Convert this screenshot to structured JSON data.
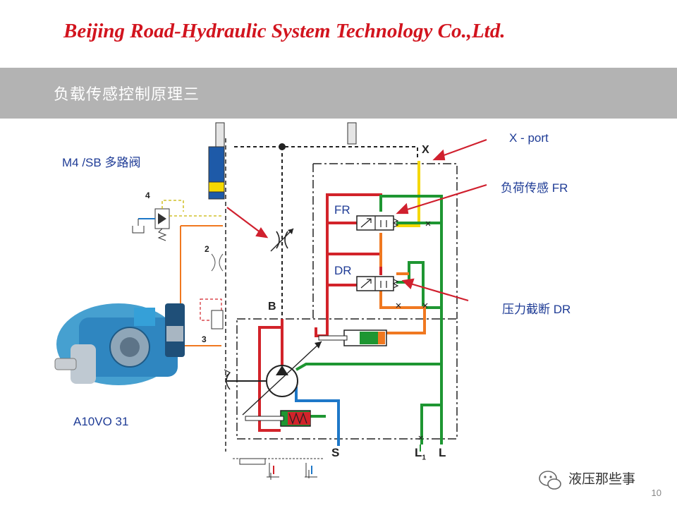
{
  "header": {
    "company": "Beijing Road-Hydraulic System Technology Co.,Ltd.",
    "slide_title": "负载传感控制原理三"
  },
  "labels": {
    "multiway_valve": "M4 /SB 多路阀",
    "pump_model": "A10VO 31",
    "x_port": "X - port",
    "fr_callout": "负荷传感 FR",
    "dr_callout": "压力截断 DR",
    "fr_box": "FR",
    "dr_box": "DR",
    "port_b": "B",
    "port_s": "S",
    "port_l1": "L",
    "port_l1_sub": "1",
    "port_l": "L",
    "port_x": "X",
    "num_4": "4",
    "num_2": "2",
    "num_3": "3"
  },
  "watermark": {
    "text": "液压那些事",
    "icon": "wechat-icon"
  },
  "page": {
    "number": "10"
  },
  "colors": {
    "brand_red": "#d2141e",
    "pressure_red": "#d2232a",
    "signal_yellow": "#f5d800",
    "drain_green": "#1e9632",
    "suction_blue": "#1e78c8",
    "cutoff_orange": "#f07820",
    "arrow_red": "#d0202e",
    "label_blue": "#1f3c96"
  }
}
